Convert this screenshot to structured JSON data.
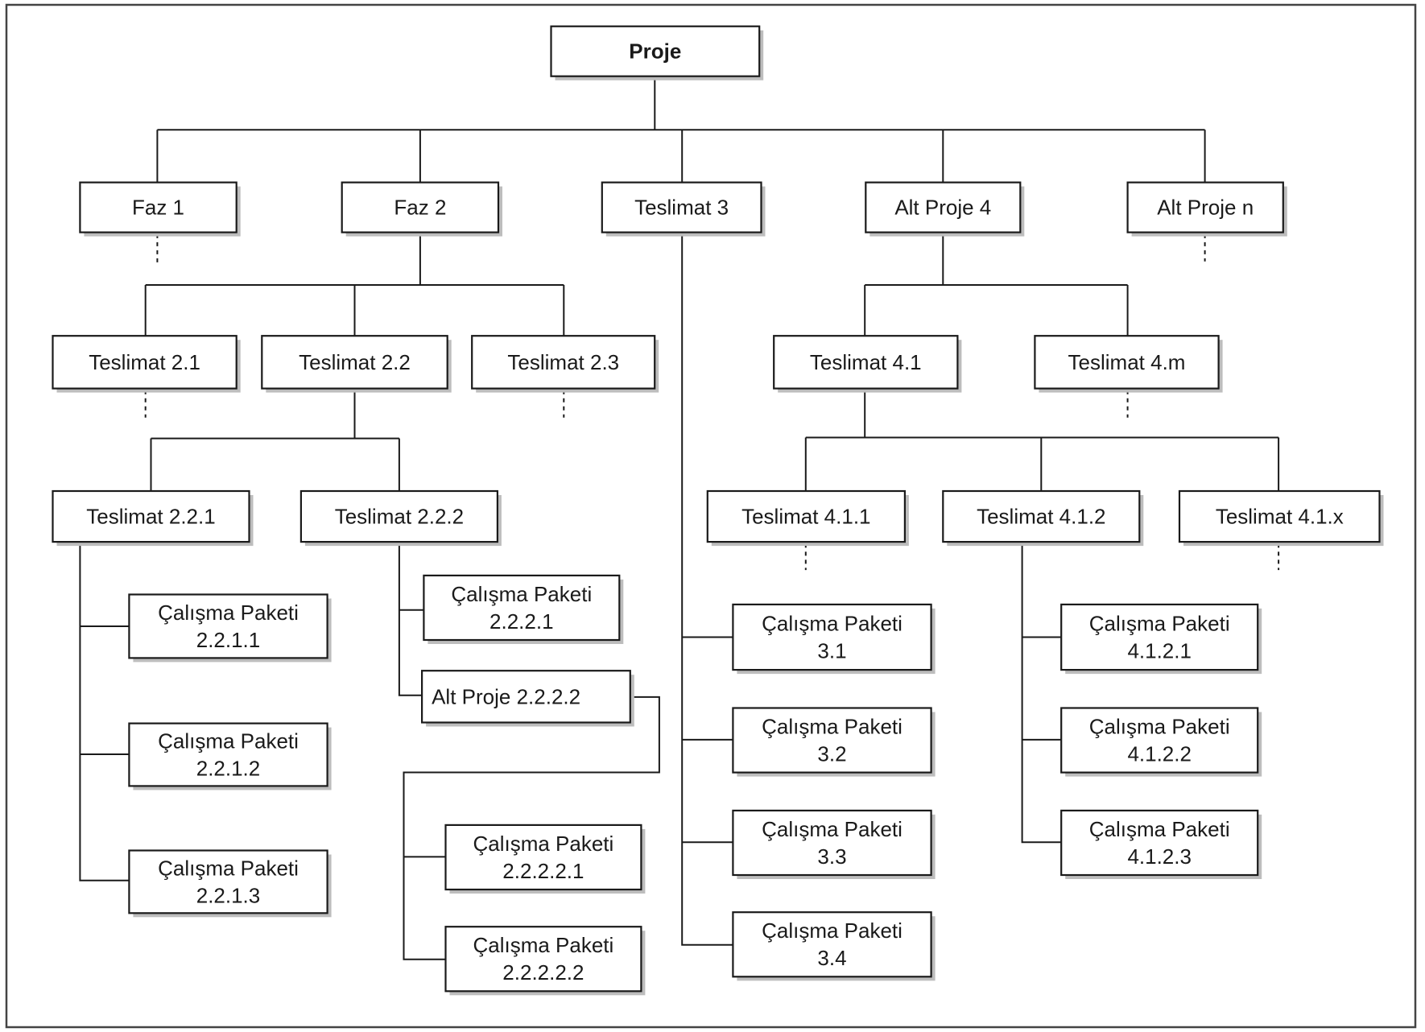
{
  "nodes": {
    "proje": "Proje",
    "faz1": "Faz 1",
    "faz2": "Faz 2",
    "teslimat3": "Teslimat  3",
    "altproje4": "Alt Proje 4",
    "altprojen": "Alt Proje n",
    "t21": "Teslimat 2.1",
    "t22": "Teslimat 2.2",
    "t23": "Teslimat 2.3",
    "t41": "Teslimat 4.1",
    "t4m": "Teslimat 4.m",
    "t221": "Teslimat 2.2.1",
    "t222": "Teslimat 2.2.2",
    "t411": "Teslimat 4.1.1",
    "t412": "Teslimat 4.1.2",
    "t41x": "Teslimat 4.1.x",
    "cp2211": [
      "Çalışma Paketi",
      "2.2.1.1"
    ],
    "cp2212": [
      "Çalışma Paketi",
      "2.2.1.2"
    ],
    "cp2213": [
      "Çalışma Paketi",
      "2.2.1.3"
    ],
    "cp2221": [
      "Çalışma Paketi",
      "2.2.2.1"
    ],
    "ap2222": "Alt Proje 2.2.2.2",
    "cp22221": [
      "Çalışma Paketi",
      "2.2.2.2.1"
    ],
    "cp22222": [
      "Çalışma Paketi",
      "2.2.2.2.2"
    ],
    "cp31": [
      "Çalışma Paketi",
      "3.1"
    ],
    "cp32": [
      "Çalışma Paketi",
      "3.2"
    ],
    "cp33": [
      "Çalışma Paketi",
      "3.3"
    ],
    "cp34": [
      "Çalışma Paketi",
      "3.4"
    ],
    "cp4121": [
      "Çalışma Paketi",
      "4.1.2.1"
    ],
    "cp4122": [
      "Çalışma Paketi",
      "4.1.2.2"
    ],
    "cp4123": [
      "Çalışma Paketi",
      "4.1.2.3"
    ]
  }
}
